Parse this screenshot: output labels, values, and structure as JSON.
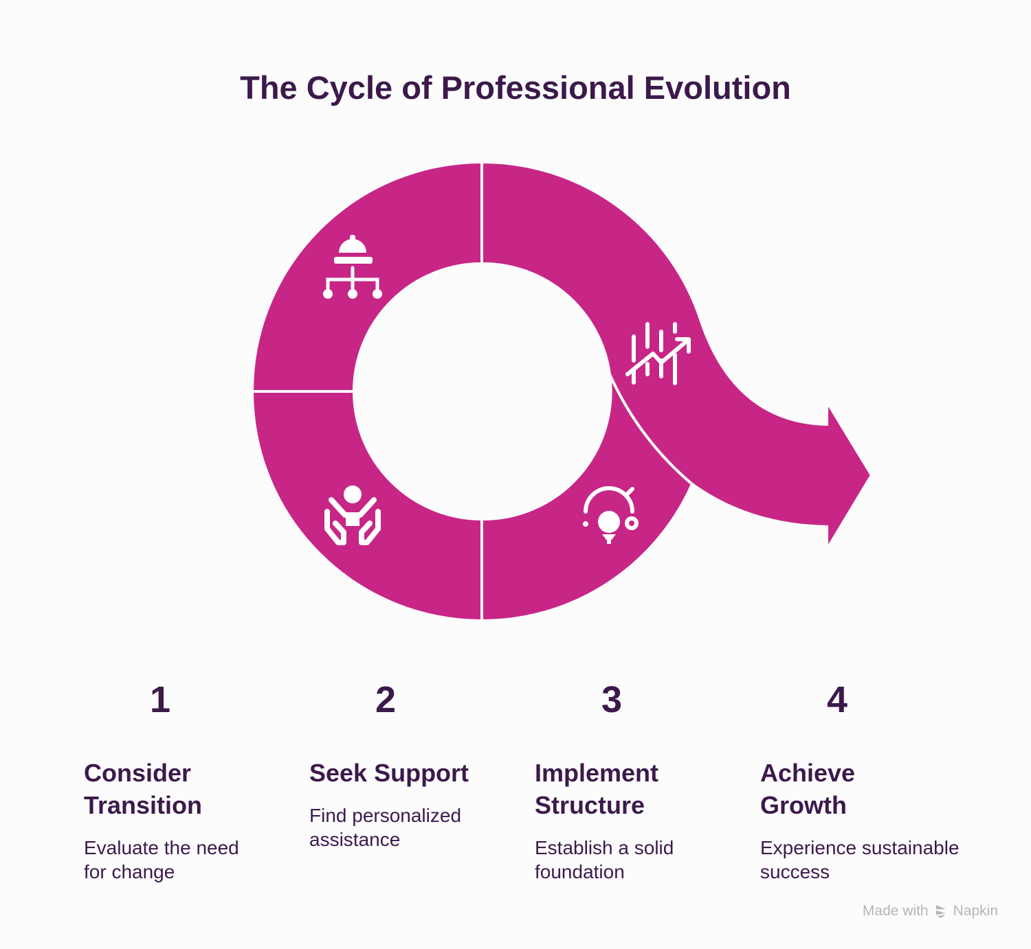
{
  "title": "The Cycle of Professional Evolution",
  "colors": {
    "accent": "#C72687",
    "text": "#3b1a4b"
  },
  "steps": [
    {
      "number": "1",
      "title": "Consider Transition",
      "description": "Evaluate the need for change",
      "icon": "hardhat-hierarchy-icon"
    },
    {
      "number": "2",
      "title": "Seek Support",
      "description": "Find personalized assistance",
      "icon": "hands-person-support-icon"
    },
    {
      "number": "3",
      "title": "Implement Structure",
      "description": "Establish a solid foundation",
      "icon": "lightbulb-cycle-icon"
    },
    {
      "number": "4",
      "title": "Achieve Growth",
      "description": "Experience sustainable success",
      "icon": "growth-chart-icon"
    }
  ],
  "footer": {
    "made_with": "Made with",
    "brand": "Napkin"
  }
}
